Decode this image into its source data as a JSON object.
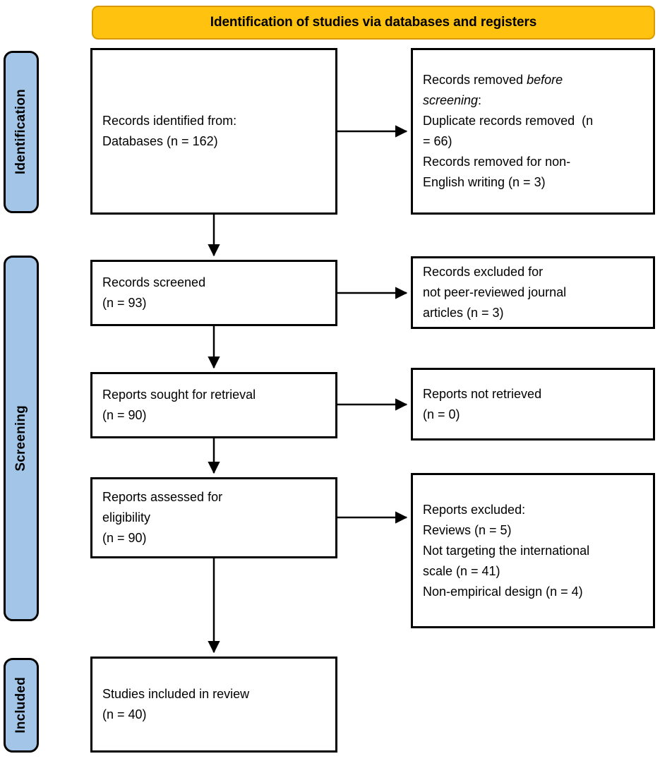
{
  "header": {
    "title": "Identification of studies via databases and registers"
  },
  "stages": [
    {
      "key": "identification",
      "label": "Identification"
    },
    {
      "key": "screening",
      "label": "Screening"
    },
    {
      "key": "included",
      "label": "Included"
    }
  ],
  "colors": {
    "header_fill": "#FFC20E",
    "header_border": "#D99A00",
    "stage_fill": "#A3C6E8",
    "box_border": "#000000",
    "box_fill": "#FFFFFF",
    "text": "#000000"
  },
  "boxes": {
    "identified": {
      "line1": "Records identified from:",
      "line2": "Databases (n = 162)"
    },
    "removed": {
      "line1_a": "Records removed ",
      "line1_i": "before",
      "line2_i": "screening",
      "line2_a": ":",
      "line3": "Duplicate records removed  (n",
      "line4": "= 66)",
      "line5": "Records removed for non-",
      "line6": "English writing (n = 3)"
    },
    "screened": {
      "line1": "Records screened",
      "line2": "(n = 93)"
    },
    "excluded_screened": {
      "line1": "Records excluded for",
      "line2": "not peer-reviewed journal",
      "line3": "articles (n = 3)"
    },
    "sought": {
      "line1": "Reports sought for retrieval",
      "line2": "(n = 90)"
    },
    "not_retrieved": {
      "line1": "Reports not retrieved",
      "line2": "(n = 0)"
    },
    "assessed": {
      "line1": "Reports assessed for",
      "line2": "eligibility",
      "line3": "(n = 90)"
    },
    "excluded_eligibility": {
      "line1": "Reports excluded:",
      "line2": "Reviews (n = 5)",
      "line3": "Not targeting the international",
      "line4": "scale (n = 41)",
      "line5": "Non-empirical design (n = 4)"
    },
    "included": {
      "line1": "Studies included in review",
      "line2": "(n = 40)"
    }
  },
  "flow_counts": {
    "records_identified_databases": 162,
    "duplicate_records_removed": 66,
    "records_removed_non_english": 3,
    "records_screened": 93,
    "records_excluded_not_peer_reviewed": 3,
    "reports_sought_for_retrieval": 90,
    "reports_not_retrieved": 0,
    "reports_assessed_for_eligibility": 90,
    "excluded_reviews": 5,
    "excluded_not_international_scale": 41,
    "excluded_non_empirical_design": 4,
    "studies_included_in_review": 40
  }
}
